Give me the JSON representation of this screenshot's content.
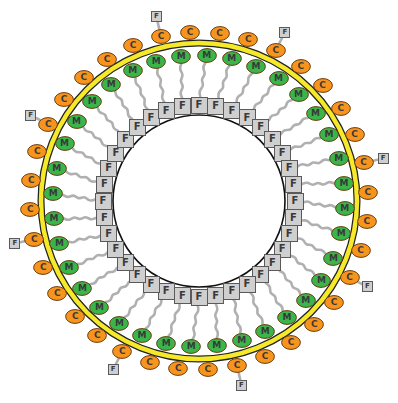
{
  "diagram": {
    "nodes": [
      {
        "text": [
          "F"
        ]
      },
      {
        "text": [
          "F"
        ]
      },
      {
        "text": [
          "F"
        ]
      },
      {
        "text": [
          "F"
        ]
      },
      {
        "text": [
          "F"
        ]
      },
      {
        "text": [
          "F"
        ]
      },
      {
        "text": [
          "F"
        ]
      },
      {
        "text": [
          "F"
        ]
      },
      {
        "text": [
          "F"
        ]
      },
      {
        "text": [
          "F"
        ]
      },
      {
        "text": [
          "F"
        ]
      },
      {
        "text": [
          "F"
        ]
      },
      {
        "text": [
          "F"
        ]
      },
      {
        "text": [
          "F"
        ]
      },
      {
        "text": [
          "F"
        ]
      },
      {
        "text": [
          "F"
        ]
      },
      {
        "text": [
          "F"
        ]
      },
      {
        "text": [
          "F"
        ]
      },
      {
        "text": [
          "F"
        ]
      },
      {
        "text": [
          "F"
        ]
      },
      {
        "text": [
          "F"
        ]
      },
      {
        "text": [
          "F"
        ]
      },
      {
        "text": [
          "F"
        ]
      },
      {
        "text": [
          "F"
        ]
      },
      {
        "text": [
          "F"
        ]
      },
      {
        "text": [
          "F"
        ]
      },
      {
        "text": [
          "F"
        ]
      },
      {
        "text": [
          "F"
        ]
      },
      {
        "text": [
          "F"
        ]
      },
      {
        "text": [
          "F"
        ]
      },
      {
        "text": [
          "F"
        ]
      },
      {
        "text": [
          "F"
        ]
      },
      {
        "text": [
          "F"
        ]
      },
      {
        "text": [
          "F"
        ]
      },
      {
        "text": [
          "F"
        ]
      },
      {
        "text": [
          "F"
        ]
      },
      {
        "text": [
          "C"
        ]
      },
      {
        "text": [
          "M"
        ]
      },
      {
        "text": [
          "C"
        ]
      },
      {
        "text": [
          "M"
        ]
      },
      {
        "text": [
          "C"
        ]
      },
      {
        "text": [
          "M"
        ]
      },
      {
        "text": [
          "C"
        ]
      },
      {
        "text": [
          "M"
        ]
      },
      {
        "text": [
          "C"
        ]
      },
      {
        "text": [
          "M"
        ]
      },
      {
        "text": [
          "C"
        ]
      },
      {
        "text": [
          "M"
        ]
      },
      {
        "text": [
          "C"
        ]
      },
      {
        "text": [
          "M"
        ]
      },
      {
        "text": [
          "C"
        ]
      },
      {
        "text": [
          "M"
        ]
      },
      {
        "text": [
          "C"
        ]
      },
      {
        "text": [
          "M"
        ]
      },
      {
        "text": [
          "C"
        ]
      },
      {
        "text": [
          "M"
        ]
      },
      {
        "text": [
          "C"
        ]
      },
      {
        "text": [
          "M"
        ]
      },
      {
        "text": [
          "C"
        ]
      },
      {
        "text": [
          "M"
        ]
      },
      {
        "text": [
          "C"
        ]
      },
      {
        "text": [
          "M"
        ]
      },
      {
        "text": [
          "C"
        ]
      },
      {
        "text": [
          "M"
        ]
      },
      {
        "text": [
          "C"
        ]
      },
      {
        "text": [
          "M"
        ]
      },
      {
        "text": [
          "C"
        ]
      },
      {
        "text": [
          "M"
        ]
      },
      {
        "text": [
          "C"
        ]
      },
      {
        "text": [
          "M"
        ]
      },
      {
        "text": [
          "C"
        ]
      },
      {
        "text": [
          "M"
        ]
      },
      {
        "text": [
          "C"
        ]
      },
      {
        "text": [
          "M"
        ]
      },
      {
        "text": [
          "C"
        ]
      },
      {
        "text": [
          "M"
        ]
      },
      {
        "text": [
          "C"
        ]
      },
      {
        "text": [
          "M"
        ]
      },
      {
        "text": [
          "C"
        ]
      },
      {
        "text": [
          "M"
        ]
      },
      {
        "text": [
          "C"
        ]
      },
      {
        "text": [
          "M"
        ]
      },
      {
        "text": [
          "C"
        ]
      },
      {
        "text": [
          "M"
        ]
      },
      {
        "text": [
          "C"
        ]
      },
      {
        "text": [
          "M"
        ]
      },
      {
        "text": [
          "C"
        ]
      },
      {
        "text": [
          "M"
        ]
      },
      {
        "text": [
          "C"
        ]
      },
      {
        "text": [
          "M"
        ]
      },
      {
        "text": [
          "C"
        ]
      },
      {
        "text": [
          "M"
        ]
      },
      {
        "text": [
          "C"
        ]
      },
      {
        "text": [
          "M"
        ]
      },
      {
        "text": [
          "C"
        ]
      },
      {
        "text": [
          "M"
        ]
      },
      {
        "text": [
          "C"
        ]
      },
      {
        "text": [
          "M"
        ]
      },
      {
        "text": [
          "C"
        ]
      },
      {
        "text": [
          "M"
        ]
      },
      {
        "text": [
          "C"
        ]
      },
      {
        "text": [
          "M"
        ]
      },
      {
        "text": [
          "C"
        ]
      },
      {
        "text": [
          "M"
        ]
      },
      {
        "text": [
          "C"
        ]
      },
      {
        "text": [
          "M"
        ]
      },
      {
        "text": [
          "C"
        ]
      },
      {
        "text": [
          "M"
        ]
      },
      {
        "text": [
          "F"
        ]
      },
      {
        "text": [
          "F"
        ]
      },
      {
        "text": [
          "F"
        ]
      },
      {
        "text": [
          "F"
        ]
      },
      {
        "text": [
          "F"
        ]
      },
      {
        "text": [
          "F"
        ]
      },
      {
        "text": [
          "F"
        ]
      },
      {
        "text": [
          "F"
        ]
      }
    ],
    "edges": [
      {
        "from": 0,
        "to": 37,
        "arrow": "none"
      },
      {
        "from": 1,
        "to": 39,
        "arrow": "none"
      },
      {
        "from": 2,
        "to": 41,
        "arrow": "none"
      },
      {
        "from": 3,
        "to": 43,
        "arrow": "none"
      },
      {
        "from": 4,
        "to": 45,
        "arrow": "none"
      },
      {
        "from": 5,
        "to": 47,
        "arrow": "none"
      },
      {
        "from": 6,
        "to": 49,
        "arrow": "none"
      },
      {
        "from": 7,
        "to": 51,
        "arrow": "none"
      },
      {
        "from": 8,
        "to": 53,
        "arrow": "none"
      },
      {
        "from": 9,
        "to": 55,
        "arrow": "none"
      },
      {
        "from": 10,
        "to": 57,
        "arrow": "none"
      },
      {
        "from": 11,
        "to": 59,
        "arrow": "none"
      },
      {
        "from": 12,
        "to": 61,
        "arrow": "none"
      },
      {
        "from": 13,
        "to": 63,
        "arrow": "none"
      },
      {
        "from": 14,
        "to": 65,
        "arrow": "none"
      },
      {
        "from": 15,
        "to": 67,
        "arrow": "none"
      },
      {
        "from": 16,
        "to": 69,
        "arrow": "none"
      },
      {
        "from": 17,
        "to": 71,
        "arrow": "none"
      },
      {
        "from": 18,
        "to": 73,
        "arrow": "none"
      },
      {
        "from": 19,
        "to": 75,
        "arrow": "none"
      },
      {
        "from": 20,
        "to": 77,
        "arrow": "none"
      },
      {
        "from": 21,
        "to": 79,
        "arrow": "none"
      },
      {
        "from": 22,
        "to": 81,
        "arrow": "none"
      },
      {
        "from": 23,
        "to": 83,
        "arrow": "none"
      },
      {
        "from": 24,
        "to": 85,
        "arrow": "none"
      },
      {
        "from": 25,
        "to": 87,
        "arrow": "none"
      },
      {
        "from": 26,
        "to": 89,
        "arrow": "none"
      },
      {
        "from": 27,
        "to": 91,
        "arrow": "none"
      },
      {
        "from": 28,
        "to": 93,
        "arrow": "none"
      },
      {
        "from": 29,
        "to": 95,
        "arrow": "none"
      },
      {
        "from": 30,
        "to": 97,
        "arrow": "none"
      },
      {
        "from": 31,
        "to": 99,
        "arrow": "none"
      },
      {
        "from": 32,
        "to": 101,
        "arrow": "none"
      },
      {
        "from": 33,
        "to": 103,
        "arrow": "none"
      },
      {
        "from": 34,
        "to": 105,
        "arrow": "none"
      },
      {
        "from": 35,
        "to": 107,
        "arrow": "none"
      },
      {
        "from": 40,
        "to": 108,
        "arrow": "none"
      },
      {
        "from": 50,
        "to": 109,
        "arrow": "none"
      },
      {
        "from": 58,
        "to": 110,
        "arrow": "none"
      },
      {
        "from": 68,
        "to": 111,
        "arrow": "none"
      },
      {
        "from": 76,
        "to": 112,
        "arrow": "none"
      },
      {
        "from": 86,
        "to": 113,
        "arrow": "none"
      },
      {
        "from": 94,
        "to": 114,
        "arrow": "none"
      },
      {
        "from": 104,
        "to": 115,
        "arrow": "none"
      }
    ]
  }
}
